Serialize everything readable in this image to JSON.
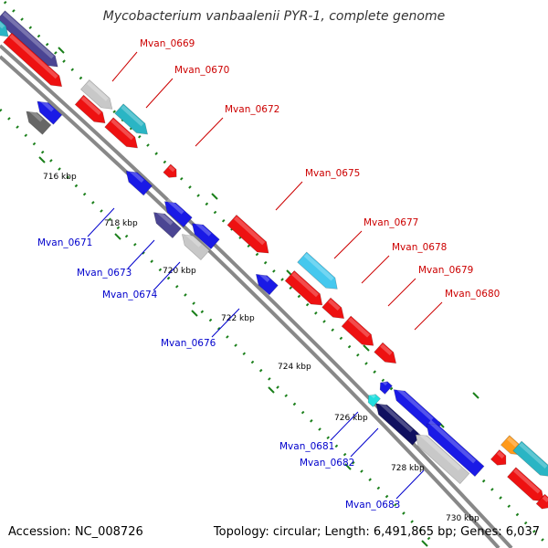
{
  "title": "Mycobacterium vanbaalenii PYR-1, complete genome",
  "footer": {
    "accession": "Accession: NC_008726",
    "summary": "Topology: circular; Length: 6,491,865 bp; Genes: 6,037"
  },
  "colors": {
    "forward_label": "#cc0000",
    "reverse_label": "#0000cc",
    "backbone": "#888888",
    "tick": "#1a7f1a"
  },
  "kbp_ticks": [
    "716 kbp",
    "718 kbp",
    "720 kbp",
    "722 kbp",
    "724 kbp",
    "726 kbp",
    "728 kbp",
    "730 kbp"
  ],
  "forward_genes": [
    {
      "name": "Mvan_0669"
    },
    {
      "name": "Mvan_0670"
    },
    {
      "name": "Mvan_0672"
    },
    {
      "name": "Mvan_0675"
    },
    {
      "name": "Mvan_0677"
    },
    {
      "name": "Mvan_0678"
    },
    {
      "name": "Mvan_0679"
    },
    {
      "name": "Mvan_0680"
    }
  ],
  "reverse_genes": [
    {
      "name": "Mvan_0671"
    },
    {
      "name": "Mvan_0673"
    },
    {
      "name": "Mvan_0674"
    },
    {
      "name": "Mvan_0676"
    },
    {
      "name": "Mvan_0681"
    },
    {
      "name": "Mvan_0682"
    },
    {
      "name": "Mvan_0683"
    }
  ]
}
